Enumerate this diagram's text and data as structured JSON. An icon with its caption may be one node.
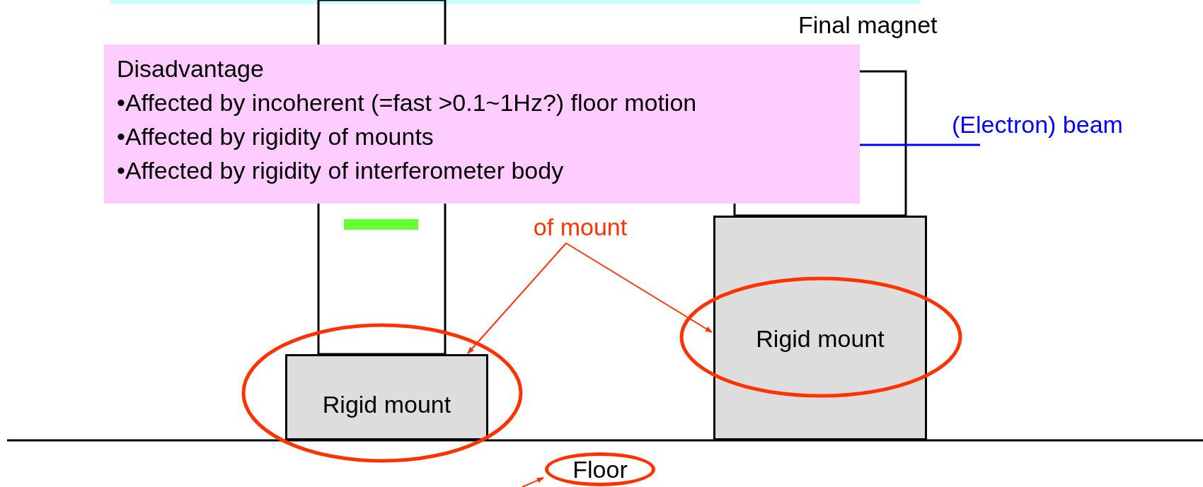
{
  "diagram": {
    "nodes": [
      {
        "text": [
          "Disadvantage",
          "•Affected by incoherent (=fast >0.1~1Hz?) floor motion",
          "•Affected by rigidity of mounts",
          "•Affected by rigidity of interferometer body"
        ]
      },
      {
        "text": [
          "of mount"
        ]
      },
      {
        "text": [
          "Rigid mount"
        ]
      },
      {
        "text": [
          "Rigid mount"
        ]
      },
      {
        "text": [
          "Floor"
        ]
      }
    ],
    "edges": [
      {
        "from": 1,
        "to": 2,
        "arrow": "to"
      },
      {
        "from": 1,
        "to": 3,
        "arrow": "to"
      },
      {
        "from": null,
        "to": 4,
        "arrow": "to"
      }
    ],
    "labels": [
      "Final magnet",
      "(Electron) beam"
    ]
  }
}
